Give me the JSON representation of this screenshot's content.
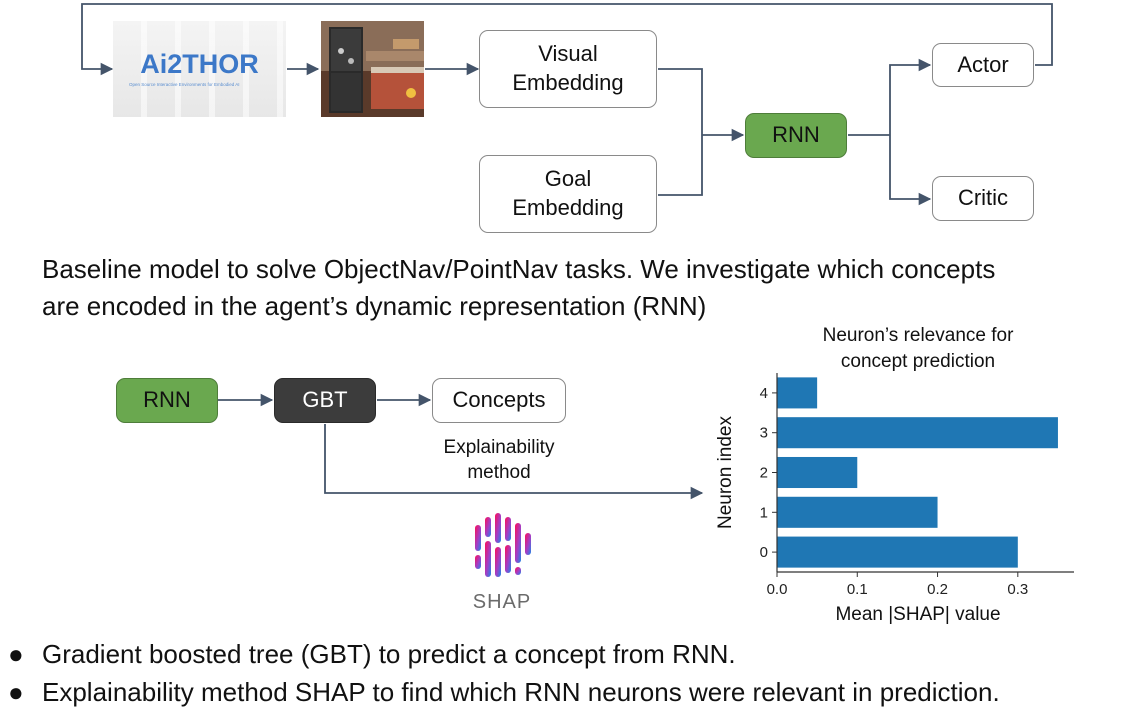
{
  "top_pipeline": {
    "ai2thor_logo": {
      "title": "Ai2THOR",
      "subtitle": "Open Source Interactive Environments for Embodied AI"
    },
    "scene_thumbnail": "kitchen scene render",
    "visual_embedding": {
      "line1": "Visual",
      "line2": "Embedding"
    },
    "goal_embedding": {
      "line1": "Goal",
      "line2": "Embedding"
    },
    "rnn": "RNN",
    "actor": "Actor",
    "critic": "Critic"
  },
  "caption": {
    "line1": "Baseline model to solve ObjectNav/PointNav tasks. We investigate which concepts",
    "line2": "are encoded in the agent’s dynamic representation (RNN)"
  },
  "bottom_pipeline": {
    "rnn": "RNN",
    "gbt": "GBT",
    "concepts": "Concepts",
    "explainability_label": {
      "line1": "Explainability",
      "line2": "method"
    },
    "shap_logo_text": "SHAP"
  },
  "colors": {
    "rnn_green": "#6aa84f",
    "gbt_dark": "#3c3c3c",
    "bar_blue": "#1f77b4",
    "arrow": "#44546a"
  },
  "chart_data": {
    "type": "bar",
    "orientation": "horizontal",
    "title": "Neuron’s relevance for concept prediction",
    "title_line1": "Neuron’s relevance for",
    "title_line2": "concept prediction",
    "xlabel": "Mean |SHAP| value",
    "ylabel": "Neuron index",
    "categories": [
      "0",
      "1",
      "2",
      "3",
      "4"
    ],
    "values": [
      0.3,
      0.2,
      0.1,
      0.35,
      0.05
    ],
    "xlim": [
      0,
      0.37
    ],
    "xticks": [
      "0.0",
      "0.1",
      "0.2",
      "0.3"
    ],
    "grid": false
  },
  "bullets": [
    "Gradient boosted tree (GBT) to predict a concept from RNN.",
    "Explainability method SHAP to find which RNN neurons were relevant in prediction."
  ],
  "bullet_symbol": "●"
}
